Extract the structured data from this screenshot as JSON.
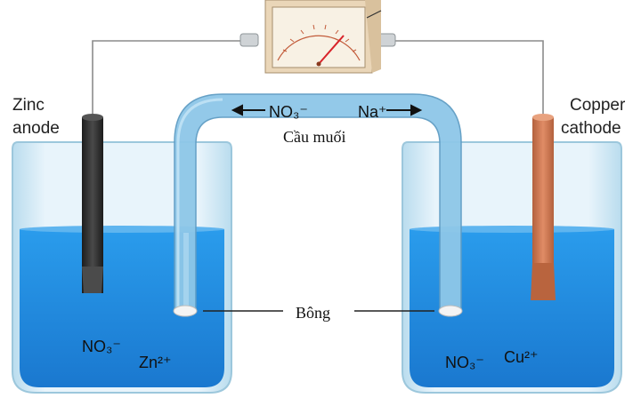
{
  "labels": {
    "zinc_line1": "Zinc",
    "zinc_line2": "anode",
    "copper_line1": "Copper",
    "copper_line2": "cathode",
    "salt_bridge": "Cầu muối",
    "cotton": "Bông",
    "bridge_nitrate": "NO₃⁻",
    "bridge_sodium": "Na⁺",
    "left_nitrate": "NO₃⁻",
    "left_zinc_ion": "Zn²⁺",
    "right_nitrate": "NO₃⁻",
    "right_copper_ion": "Cu²⁺"
  },
  "colors": {
    "solution_blue": "#1f8fe0",
    "glass": "#cfe8f5",
    "bridge_tube": "#8fc6e6",
    "zinc_electrode": "#2a2a2a",
    "copper_electrode": "#c8734e",
    "meter_body": "#e9d5b7",
    "wire": "#8c8c8c",
    "needle": "#d8232a"
  },
  "icons": {
    "meter": "voltmeter-icon"
  }
}
